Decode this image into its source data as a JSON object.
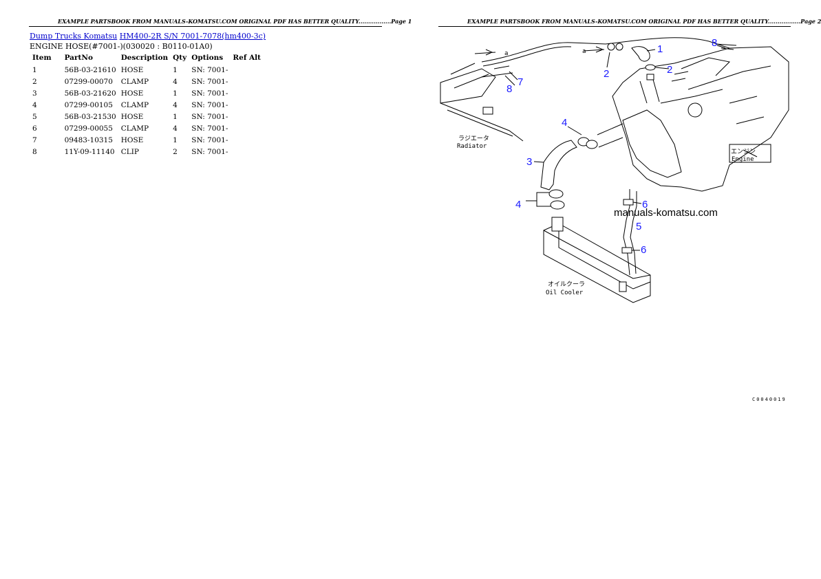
{
  "header": {
    "page1": "EXAMPLE PARTSBOOK FROM MANUALS-KOMATSU.COM ORIGINAL PDF HAS BETTER QUALITY.................Page 1",
    "page2": "EXAMPLE PARTSBOOK FROM MANUALS-KOMATSU.COM ORIGINAL PDF HAS BETTER QUALITY.................Page 2"
  },
  "breadcrumb": {
    "link1": "Dump Trucks Komatsu",
    "link2": "HM400-2R S/N 7001-7078(hm400-3c)"
  },
  "section_title": "ENGINE HOSE(#7001-)(030020 : B0110-01A0)",
  "table": {
    "headers": [
      "Item",
      "PartNo",
      "Description",
      "Qty",
      "Options",
      "Ref Alt"
    ],
    "rows": [
      [
        "1",
        "56B-03-21610",
        "HOSE",
        "1",
        "SN: 7001-",
        ""
      ],
      [
        "2",
        "07299-00070",
        "CLAMP",
        "4",
        "SN: 7001-",
        ""
      ],
      [
        "3",
        "56B-03-21620",
        "HOSE",
        "1",
        "SN: 7001-",
        ""
      ],
      [
        "4",
        "07299-00105",
        "CLAMP",
        "4",
        "SN: 7001-",
        ""
      ],
      [
        "5",
        "56B-03-21530",
        "HOSE",
        "1",
        "SN: 7001-",
        ""
      ],
      [
        "6",
        "07299-00055",
        "CLAMP",
        "4",
        "SN: 7001-",
        ""
      ],
      [
        "7",
        "09483-10315",
        "HOSE",
        "1",
        "SN: 7001-",
        ""
      ],
      [
        "8",
        "11Y-09-11140",
        "CLIP",
        "2",
        "SN: 7001-",
        ""
      ]
    ]
  },
  "drawing": {
    "callouts": {
      "c1": "1",
      "c2a": "2",
      "c2b": "2",
      "c3": "3",
      "c4a": "4",
      "c4b": "4",
      "c5": "5",
      "c6a": "6",
      "c6b": "6",
      "c7": "7",
      "c8a": "8",
      "c8b": "8"
    },
    "ref_a1": "a",
    "ref_a2": "a",
    "radiator_jp": "ラジエータ",
    "radiator_en": "Radiator",
    "engine_jp": "エンジン",
    "engine_en": "Engine",
    "oilcooler_jp": "オイルクーラ",
    "oilcooler_en": "Oil Cooler",
    "watermark": "manuals-komatsu.com",
    "figure_code": "C0040019"
  }
}
